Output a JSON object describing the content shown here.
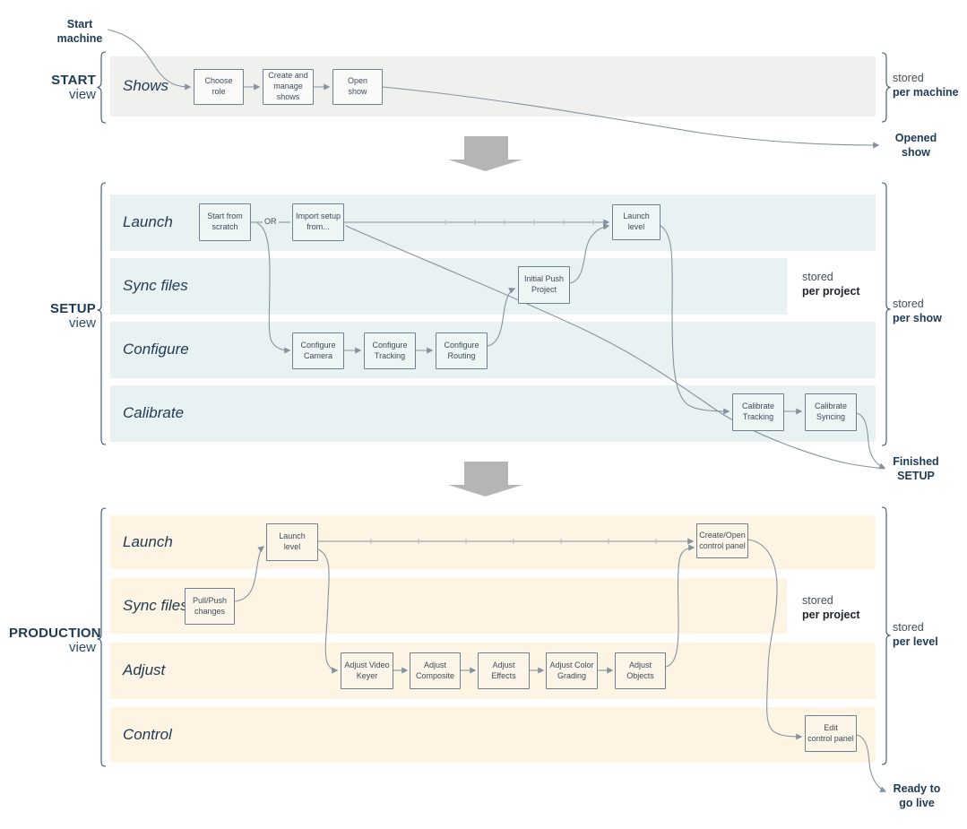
{
  "colors": {
    "start_row_bg": "#f0f0ee",
    "setup_row_bg": "#e9f2f2",
    "production_row_bg": "#fdf4e3",
    "box_border": "#6f8090",
    "connector": "#8593a1",
    "navy_text": "#1d3a57",
    "divider_arrow_gray": "#b5b5b5"
  },
  "annotations": {
    "start_machine": "Start\nmachine",
    "opened_show": "Opened\nshow",
    "finished_setup": "Finished\nSETUP",
    "ready_to_go_live": "Ready to\ngo live",
    "or": "OR"
  },
  "sections": {
    "start": {
      "title": "START",
      "subtitle": "view",
      "rows": {
        "shows": "Shows"
      },
      "nodes": {
        "choose_role": "Choose\nrole",
        "create_manage_shows": "Create and\nmanage\nshows",
        "open_show": "Open\nshow"
      },
      "stored_right": {
        "word": "stored",
        "scope": "per machine"
      }
    },
    "setup": {
      "title": "SETUP",
      "subtitle": "view",
      "rows": {
        "launch": "Launch",
        "sync_files": "Sync files",
        "configure": "Configure",
        "calibrate": "Calibrate"
      },
      "nodes": {
        "start_from_scratch": "Start from\nscratch",
        "import_setup": "Import setup\nfrom...",
        "launch_level": "Launch\nlevel",
        "initial_push_project": "Initial Push\nProject",
        "configure_camera": "Configure\nCamera",
        "configure_tracking": "Configure\nTracking",
        "configure_routing": "Configure\nRouting",
        "calibrate_tracking": "Calibrate\nTracking",
        "calibrate_syncing": "Calibrate\nSyncing"
      },
      "stored_inline": {
        "word": "stored",
        "scope": "per project"
      },
      "stored_right": {
        "word": "stored",
        "scope": "per show"
      }
    },
    "production": {
      "title": "PRODUCTION",
      "subtitle": "view",
      "rows": {
        "launch": "Launch",
        "sync_files": "Sync files",
        "adjust": "Adjust",
        "control": "Control"
      },
      "nodes": {
        "launch_level": "Launch\nlevel",
        "pull_push_changes": "Pull/Push\nchanges",
        "create_open_control_panel": "Create/Open\ncontrol panel",
        "adjust_video_keyer": "Adjust Video\nKeyer",
        "adjust_composite": "Adjust\nComposite",
        "adjust_effects": "Adjust\nEffects",
        "adjust_color_grading": "Adjust Color\nGrading",
        "adjust_objects": "Adjust\nObjects",
        "edit_control_panel": "Edit\ncontrol panel"
      },
      "stored_inline": {
        "word": "stored",
        "scope": "per project"
      },
      "stored_right": {
        "word": "stored",
        "scope": "per level"
      }
    }
  }
}
